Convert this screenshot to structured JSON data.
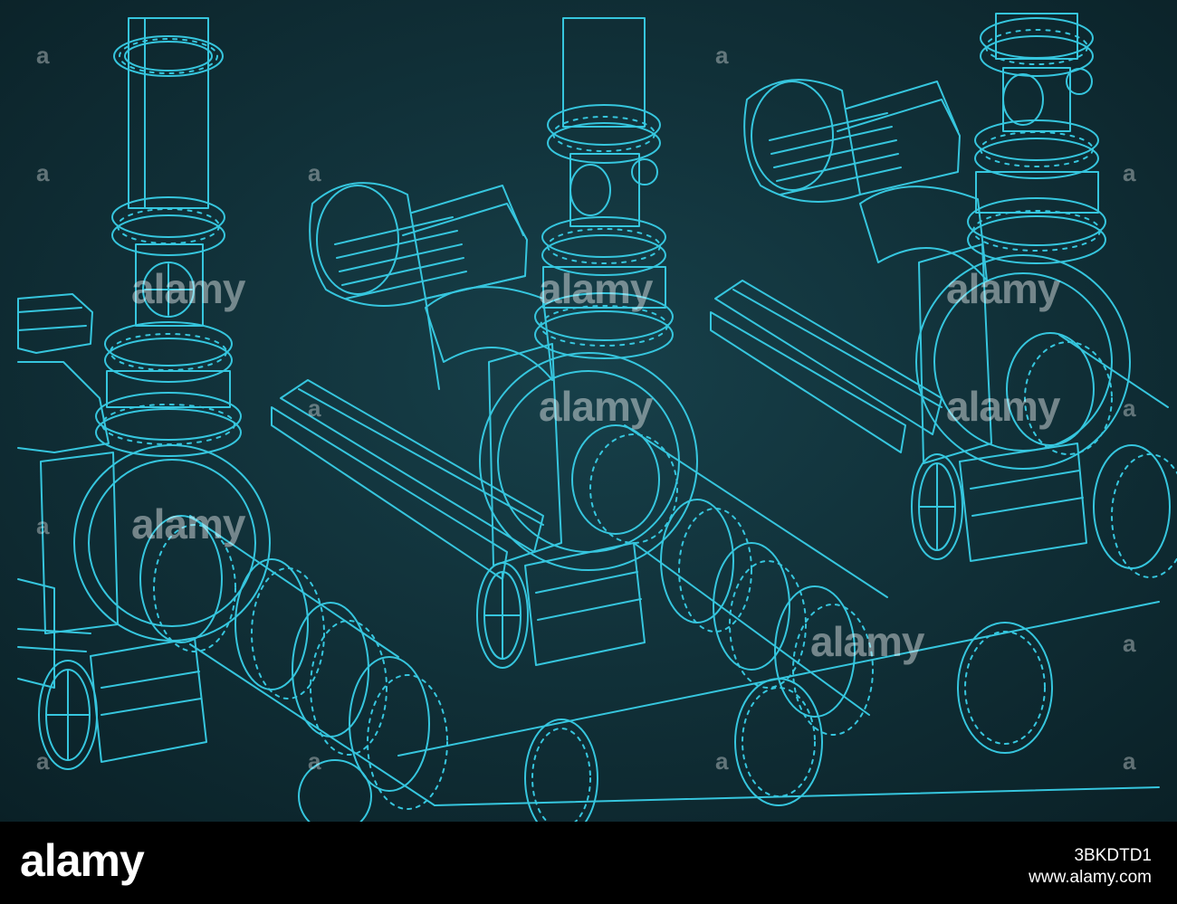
{
  "image": {
    "subject": "Industrial centrifugal pumps with valves and pipelines blueprint",
    "background_color": "#0e2b30",
    "line_color": "#36c6de"
  },
  "watermark": {
    "text": "alamy",
    "mark": "a"
  },
  "footer": {
    "logo": "alamy",
    "image_id": "3BKDTD1",
    "url": "www.alamy.com"
  }
}
